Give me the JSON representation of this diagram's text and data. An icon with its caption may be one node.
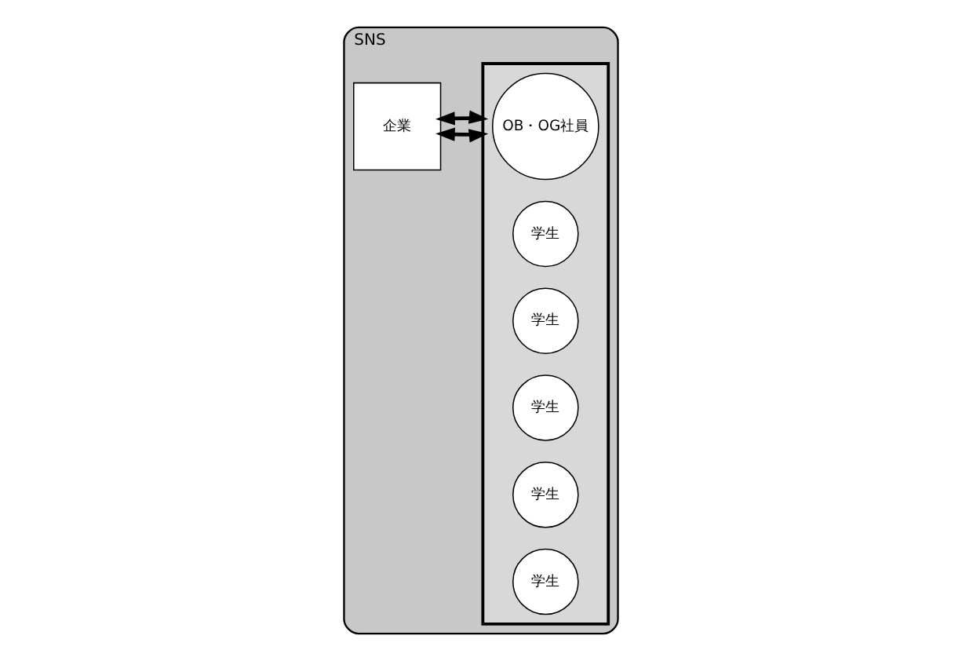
{
  "diagram": {
    "nodes": [
      {
        "text": [
          "SNS"
        ]
      },
      {
        "text": [
          "企業"
        ],
        "in": 0
      },
      {
        "text": [],
        "shape": "triangle",
        "in": 0
      },
      {
        "text": [
          "OB・OG社員"
        ],
        "in": 2
      },
      {
        "text": [
          "学生"
        ],
        "in": 2
      },
      {
        "text": [
          "学生"
        ],
        "in": 2
      },
      {
        "text": [
          "学生"
        ],
        "in": 2
      },
      {
        "text": [
          "学生"
        ],
        "in": 2
      },
      {
        "text": [
          "学生"
        ],
        "in": 2
      }
    ],
    "edges": [
      {
        "from": 1,
        "to": 2,
        "arrow": "both"
      },
      {
        "from": 1,
        "to": 2,
        "arrow": "both"
      }
    ]
  }
}
